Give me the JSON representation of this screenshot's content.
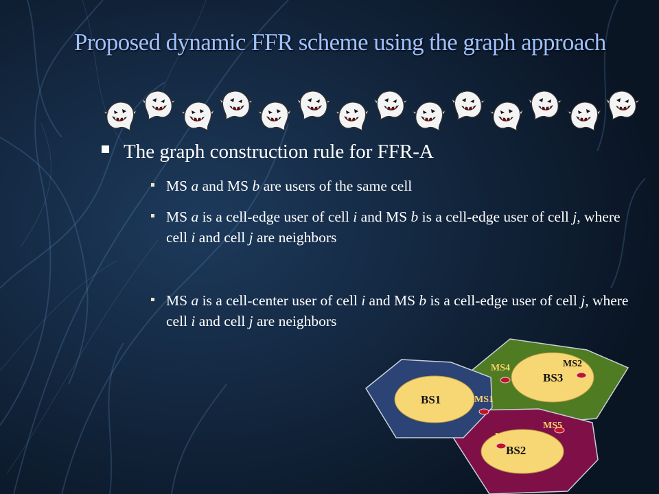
{
  "slide": {
    "title": "Proposed dynamic FFR scheme using the graph approach",
    "main_bullet": "The graph construction rule for FFR-A",
    "sub_bullets": [
      [
        {
          "t": "MS "
        },
        {
          "t": "a",
          "i": true
        },
        {
          "t": " and MS "
        },
        {
          "t": "b",
          "i": true
        },
        {
          "t": " are users of the same cell"
        }
      ],
      [
        {
          "t": "MS "
        },
        {
          "t": "a",
          "i": true
        },
        {
          "t": " is a cell-edge user of cell "
        },
        {
          "t": "i",
          "i": true
        },
        {
          "t": " and MS "
        },
        {
          "t": "b",
          "i": true
        },
        {
          "t": " is a cell-edge user of cell "
        },
        {
          "t": "j",
          "i": true
        },
        {
          "t": ", where cell "
        },
        {
          "t": "i",
          "i": true
        },
        {
          "t": " and cell "
        },
        {
          "t": "j",
          "i": true
        },
        {
          "t": " are neighbors"
        }
      ],
      [
        {
          "t": "MS "
        },
        {
          "t": "a",
          "i": true
        },
        {
          "t": " is a cell-center user of cell "
        },
        {
          "t": "i",
          "i": true
        },
        {
          "t": " and MS "
        },
        {
          "t": "b",
          "i": true
        },
        {
          "t": " is a cell-edge user of cell "
        },
        {
          "t": "j",
          "i": true
        },
        {
          "t": ", where cell "
        },
        {
          "t": "i",
          "i": true
        },
        {
          "t": " and cell "
        },
        {
          "t": "j",
          "i": true
        },
        {
          "t": " are neighbors"
        }
      ]
    ]
  },
  "decoration": {
    "ghost_count": 14,
    "ghost_icon": "boo-ghost-icon"
  },
  "diagram": {
    "cells": [
      {
        "name": "BS1",
        "color": "#2c4376",
        "center_color": "#f7d774"
      },
      {
        "name": "BS2",
        "color": "#7e1047",
        "center_color": "#f7d774"
      },
      {
        "name": "BS3",
        "color": "#4f7b22",
        "center_color": "#f7d774"
      }
    ],
    "mobile_stations": [
      "MS1",
      "MS2",
      "MS3",
      "MS4",
      "MS5"
    ],
    "ms_label_color": "#ffd36a",
    "ms_dot_color": "#c0142a"
  },
  "colors": {
    "title": "#9fc0ff",
    "text": "#ffffff",
    "background": "#0d1a2b"
  }
}
